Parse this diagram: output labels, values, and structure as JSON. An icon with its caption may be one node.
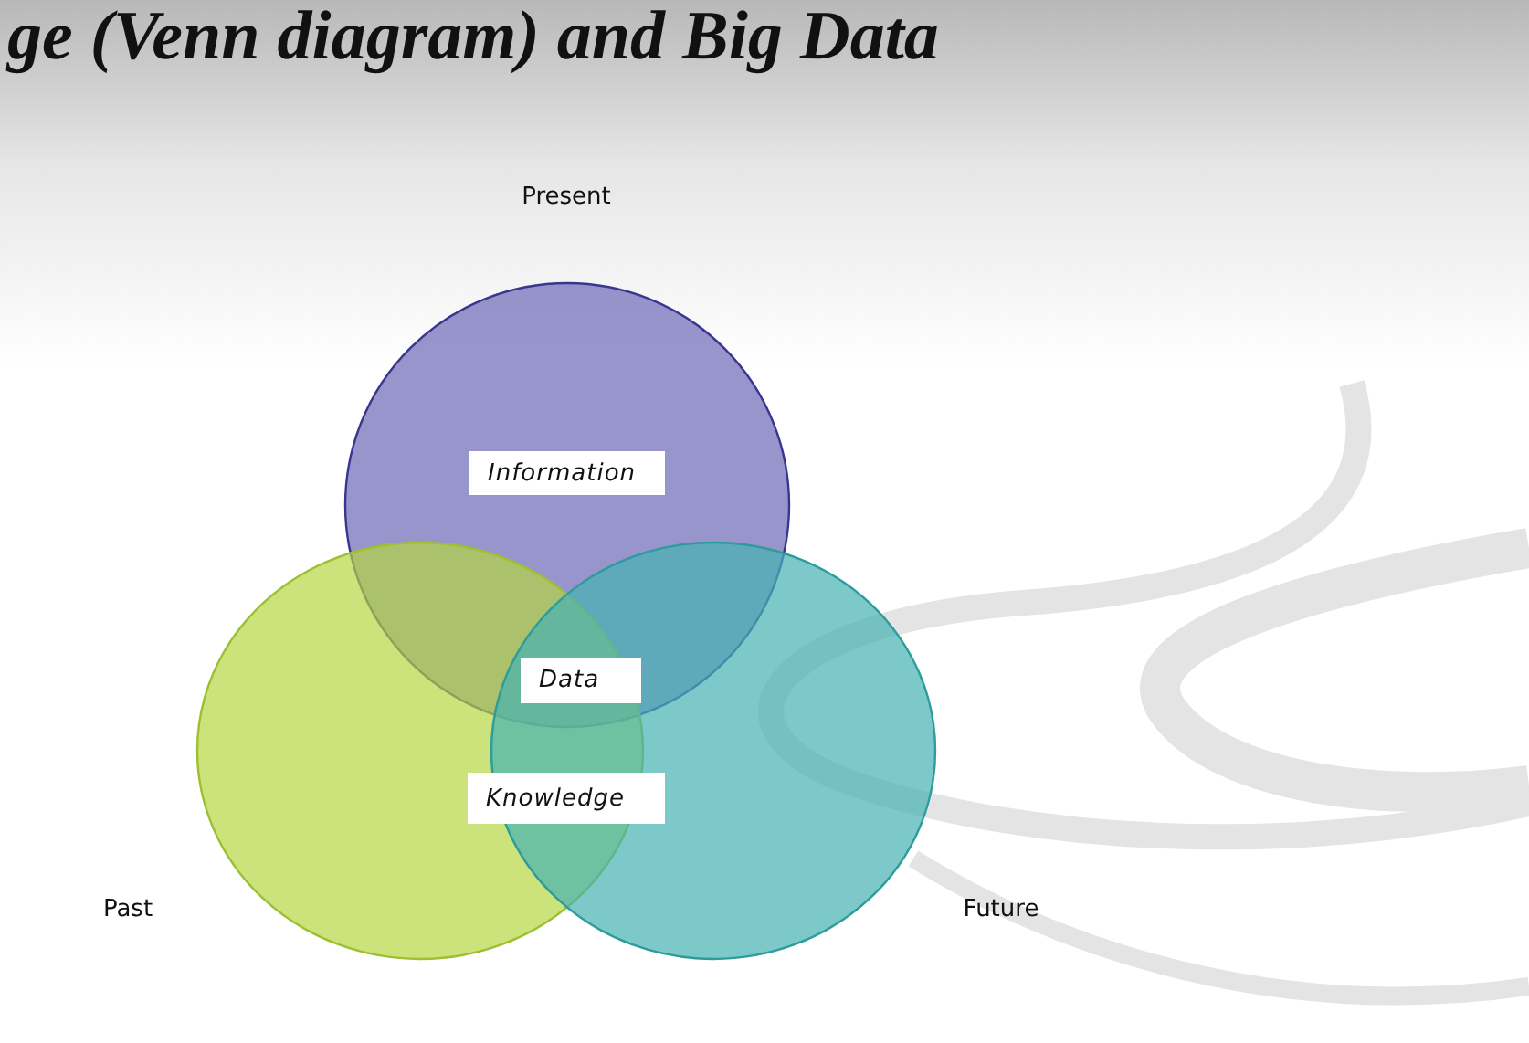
{
  "diagram": {
    "title": "ge (Venn diagram) and Big Data",
    "nodes": [
      {
        "text": [],
        "shape": "circle",
        "beside": [
          "Present"
        ]
      },
      {
        "text": [],
        "shape": "circle",
        "beside": [
          "Past"
        ]
      },
      {
        "text": [],
        "shape": "circle",
        "beside": [
          "Future"
        ]
      },
      {
        "text": [
          "Information"
        ],
        "in": 0
      },
      {
        "text": [
          "Data"
        ]
      },
      {
        "text": [
          "Knowledge"
        ]
      }
    ],
    "edges": []
  }
}
